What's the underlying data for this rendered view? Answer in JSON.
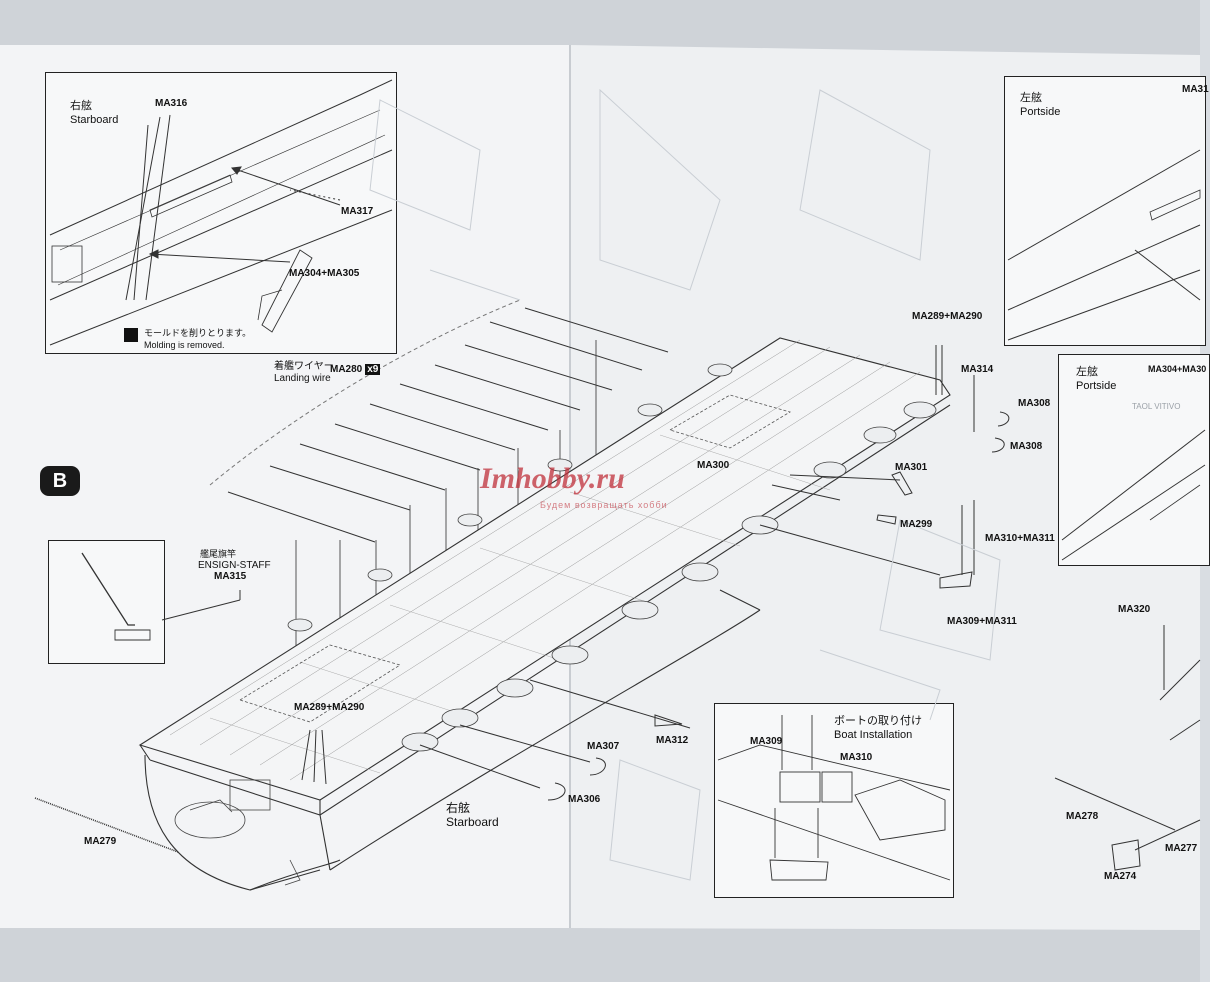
{
  "step_badge": "B",
  "watermark": {
    "text": "Imhobby.ru",
    "subtitle": "Будем возвращать хобби"
  },
  "inset_starboard": {
    "jp": "右舷",
    "en": "Starboard",
    "parts": [
      "MA316",
      "MA317",
      "MA304+MA305"
    ]
  },
  "molding_note": {
    "jp": "モールドを削りとります。",
    "en": "Molding is removed."
  },
  "inset_portside_top": {
    "jp": "左舷",
    "en": "Portside",
    "part_cut": "MA31"
  },
  "inset_portside_mid": {
    "jp": "左舷",
    "en": "Portside",
    "part_cut": "MA304+MA30",
    "faint": "TAOL VITIVO"
  },
  "landing_wire": {
    "jp": "着艦ワイヤー",
    "en": "Landing wire",
    "part": "MA280",
    "qty": "x9"
  },
  "ensign_staff": {
    "jp": "艦尾旗竿",
    "en": "ENSIGN-STAFF",
    "part": "MA315"
  },
  "boat_installation": {
    "jp": "ボートの取り付け",
    "en": "Boat Installation",
    "parts": [
      "MA309",
      "MA310"
    ]
  },
  "main_starboard": {
    "jp": "右舷",
    "en": "Starboard"
  },
  "parts": {
    "ma289_290_top": "MA289+MA290",
    "ma314": "MA314",
    "ma308_a": "MA308",
    "ma308_b": "MA308",
    "ma300": "MA300",
    "ma301": "MA301",
    "ma299": "MA299",
    "ma310_311": "MA310+MA311",
    "ma309_311": "MA309+MA311",
    "ma320": "MA320",
    "ma289_290_deck": "MA289+MA290",
    "ma312": "MA312",
    "ma307": "MA307",
    "ma306": "MA306",
    "ma279": "MA279",
    "ma278": "MA278",
    "ma277": "MA277",
    "ma274": "MA274"
  }
}
